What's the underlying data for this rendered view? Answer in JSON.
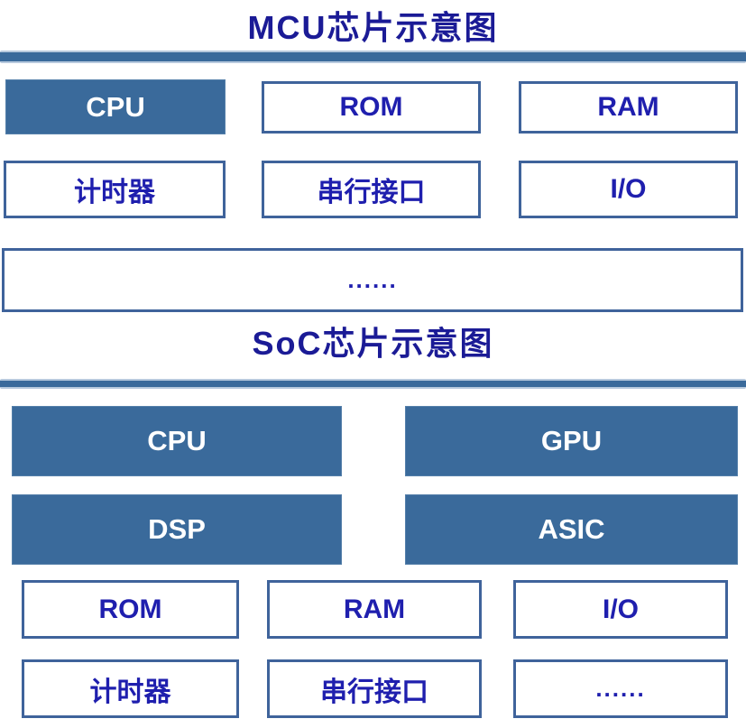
{
  "mcu": {
    "title": "MCU芯片示意图",
    "row1": [
      "CPU",
      "ROM",
      "RAM"
    ],
    "row2": [
      "计时器",
      "串行接口",
      "I/O"
    ],
    "ellipsis_box": "......"
  },
  "soc": {
    "title": "SoC芯片示意图",
    "row1": [
      "CPU",
      "GPU"
    ],
    "row2": [
      "DSP",
      "ASIC"
    ],
    "row3": [
      "ROM",
      "RAM",
      "I/O"
    ],
    "row4": [
      "计时器",
      "串行接口",
      "......"
    ]
  },
  "colors": {
    "title_text": "#1b1b96",
    "box_text": "#1f1fae",
    "filled_box_bg": "#3a6a9b",
    "filled_box_text": "#ffffff",
    "outlined_box_border": "#3f639b",
    "divider": "#3a6a9b"
  }
}
